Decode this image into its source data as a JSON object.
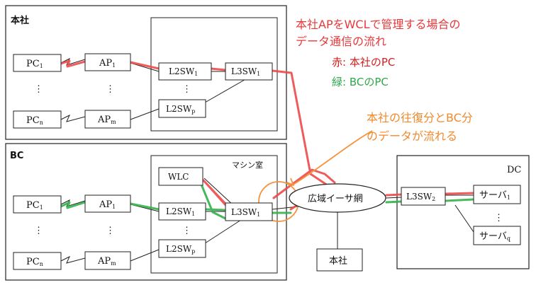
{
  "sites": {
    "hq": "本社",
    "bc": "BC",
    "dc": "DC",
    "machine_room": "マシン室",
    "hq_node": "本社"
  },
  "devices": {
    "pc": "PC",
    "pc_sub_first": "1",
    "pc_sub_last": "n",
    "ap": "AP",
    "ap_sub_first": "1",
    "ap_sub_last": "m",
    "l2sw": "L2SW",
    "l2sw_sub_first": "1",
    "l2sw_sub_last": "p",
    "l3sw": "L3SW",
    "l3sw_sub_1": "1",
    "l3sw_sub_2": "2",
    "wlc": "WLC",
    "wan": "広域イーサ網",
    "server": "サーバ",
    "server_sub_first": "1",
    "server_sub_last": "q",
    "ellipsis": "⋮"
  },
  "annotations": {
    "title_line1": "本社APをWCLで管理する場合の",
    "title_line2": "データ通信の流れ",
    "legend_red": "赤: 本社のPC",
    "legend_green": "緑: BCのPC",
    "note_line1": "本社の往復分とBC分",
    "note_line2": "のデータが流れる"
  },
  "colors": {
    "red_flow": "#ee4a4a",
    "green_flow": "#33b24a",
    "orange_note": "#f7923a",
    "title_text": "#e8383a",
    "red_legend_text": "#d42020",
    "green_legend_text": "#2ea84a",
    "note_text": "#f08a2c",
    "box_line": "#222222"
  }
}
